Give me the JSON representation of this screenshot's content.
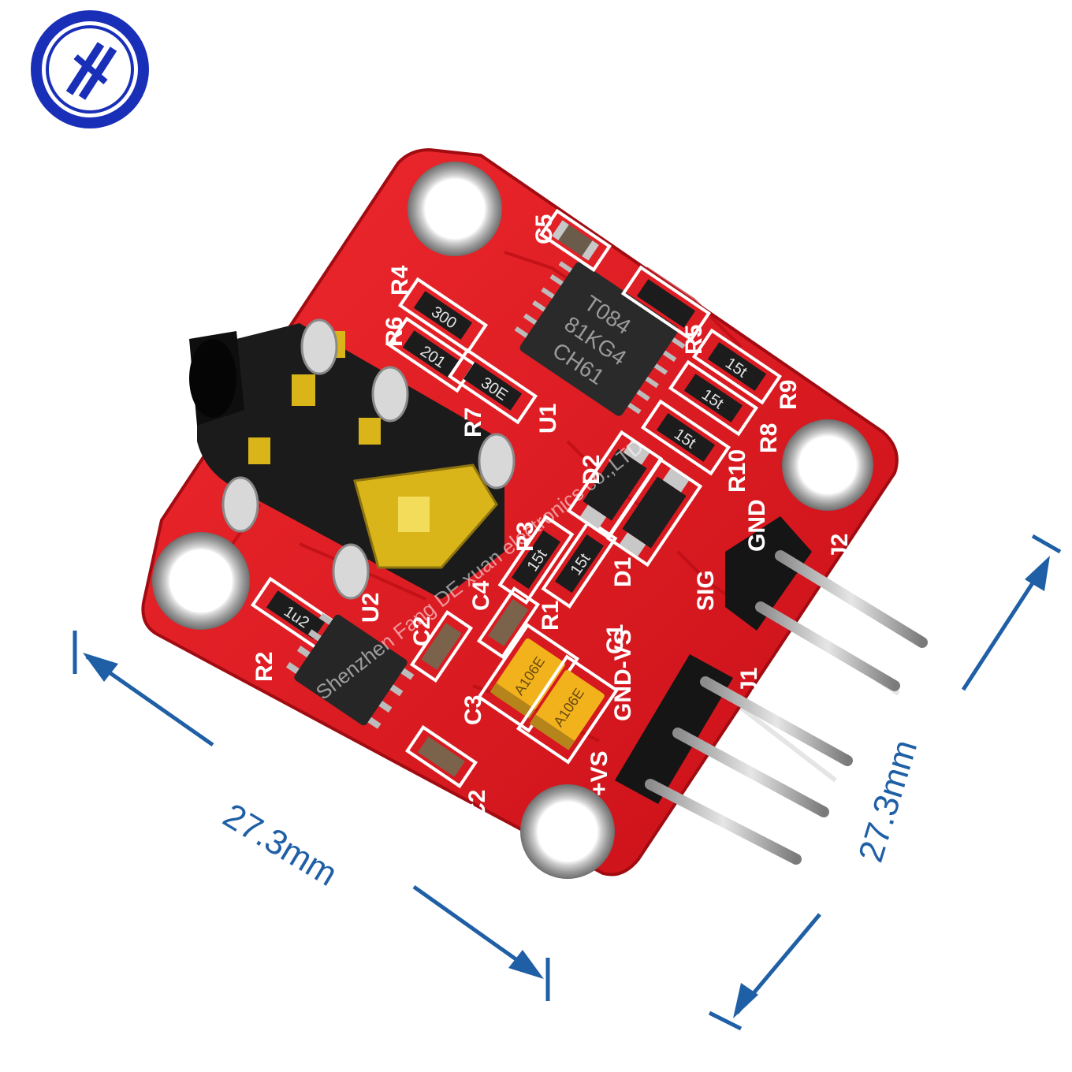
{
  "dimensions": {
    "width_label": "27.3mm",
    "height_label": "27.3mm"
  },
  "board": {
    "ic_u1_marking": [
      "T084",
      "81KG4",
      "CH61"
    ],
    "silkscreen": [
      "C5",
      "R4",
      "R6",
      "R5",
      "R9",
      "R8",
      "R10",
      "R7",
      "U1",
      "D2",
      "D1",
      "R3",
      "R1",
      "C4",
      "C1",
      "C2",
      "U2",
      "R2",
      "C3",
      "C2",
      "J1",
      "J2",
      "SIG",
      "GND",
      "GND-VS",
      "+VS"
    ],
    "resistor_codes": [
      "300",
      "201",
      "30E",
      "15t",
      "15t",
      "15t",
      "1u2",
      "15t",
      "15t"
    ],
    "capacitor_marking": "A106E",
    "watermark": "Shenzhen Fang DE xuan electronics co.,LTD"
  },
  "colors": {
    "pcb": "#e0131c",
    "pcb_dark": "#b80d14",
    "dimension_blue": "#1f5fa6",
    "logo_ring": "#1a2fb8"
  },
  "icons": [
    "logo-icon",
    "audio-jack-icon",
    "pin-header-icon",
    "mounting-hole-icon"
  ]
}
